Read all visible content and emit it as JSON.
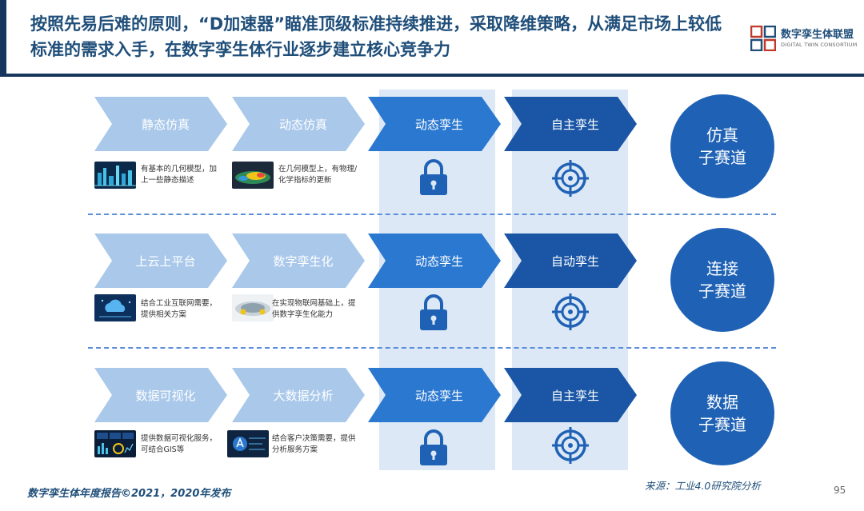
{
  "header": {
    "title": "按照先易后难的原则，“D加速器”瞄准顶级标准持续推进，采取降维策略，从满足市场上较低标准的需求入手，在数字孪生体行业逐步建立核心竞争力",
    "logo_cn": "数字孪生体联盟",
    "logo_en": "DIGITAL TWIN CONSORTIUM"
  },
  "lanes": [
    {
      "steps": [
        {
          "label": "静态仿真",
          "desc": "有基本的几何模型，加上一些静态描述"
        },
        {
          "label": "动态仿真",
          "desc": "在几何模型上，有物理/化学指标的更新"
        },
        {
          "label": "动态孪生",
          "icon": "lock-icon"
        },
        {
          "label": "自主孪生",
          "icon": "target-icon"
        }
      ],
      "track": {
        "line1": "仿真",
        "line2": "子赛道"
      }
    },
    {
      "steps": [
        {
          "label": "上云上平台",
          "desc": "结合工业互联网需要，提供相关方案"
        },
        {
          "label": "数字孪生化",
          "desc": "在实现物联网基础上，提供数字孪生化能力"
        },
        {
          "label": "动态孪生",
          "icon": "lock-icon"
        },
        {
          "label": "自动孪生",
          "icon": "target-icon"
        }
      ],
      "track": {
        "line1": "连接",
        "line2": "子赛道"
      }
    },
    {
      "steps": [
        {
          "label": "数据可视化",
          "desc": "提供数据可视化服务，可结合GIS等"
        },
        {
          "label": "大数据分析",
          "desc": "结合客户决策需要，提供分析服务方案"
        },
        {
          "label": "动态孪生",
          "icon": "lock-icon"
        },
        {
          "label": "自主孪生",
          "icon": "target-icon"
        }
      ],
      "track": {
        "line1": "数据",
        "line2": "子赛道"
      }
    }
  ],
  "footer": {
    "report": "数字孪生体年度报告©2021，2020年发布",
    "source": "来源：工业4.0研究院分析",
    "page": "95"
  },
  "colors": {
    "light_chevron": "#a9c8ea",
    "mid_chevron": "#2b78d0",
    "dark_chevron": "#1a56a5",
    "band": "#dce8f6",
    "track_circle": "#1f62b5",
    "separator": "#5b8ed6"
  }
}
